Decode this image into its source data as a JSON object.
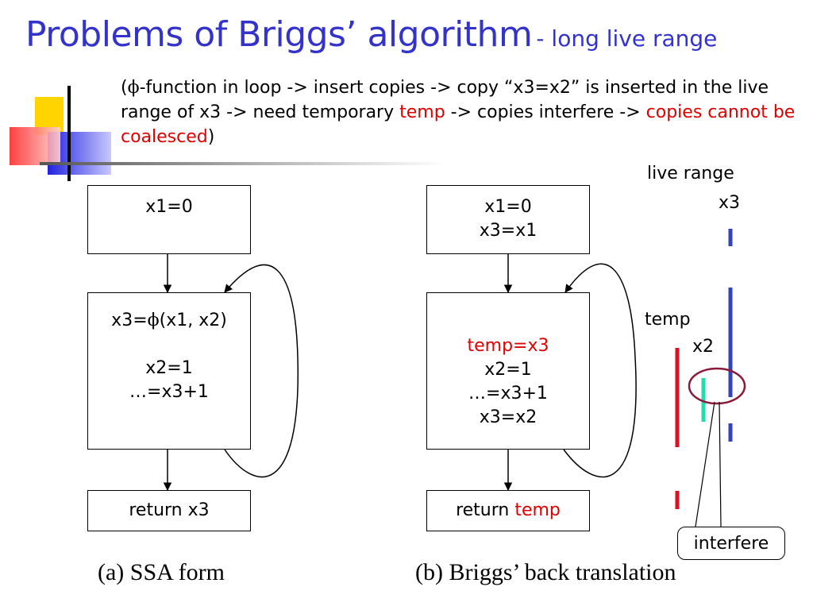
{
  "title": {
    "main": "Problems of Briggs’ algorithm",
    "sub": "- long live range"
  },
  "description": {
    "phi": "ϕ",
    "part1": "-function in loop -> insert copies -> copy “x3=x2” is inserted in the live range of x3 -> need temporary ",
    "temp": "temp",
    "part2": " -> copies interfere -> ",
    "red_end": "copies cannot be coalesced",
    "close": ")"
  },
  "diagram_a": {
    "box1": "x1=0",
    "box2_line1_pre": "x3=",
    "box2_phi": "ϕ",
    "box2_line1_post": "(x1, x2)",
    "box2_line2": "x2=1",
    "box2_line3": "…=x3+1",
    "box3": "return x3",
    "caption": "(a) SSA form"
  },
  "diagram_b": {
    "box1_line1": "x1=0",
    "box1_line2": "x3=x1",
    "box2_line1": "temp=x3",
    "box2_line2": "x2=1",
    "box2_line3": "…=x3+1",
    "box2_line4": "x3=x2",
    "box3_pre": "return ",
    "box3_temp": "temp",
    "caption": "(b) Briggs’ back translation"
  },
  "live_range": {
    "header_line1": "live range",
    "header_line2": "x3",
    "temp_label": "temp",
    "x2_label": "x2",
    "interfere_label": "interfere"
  },
  "colors": {
    "title": "#3333cc",
    "red": "#e00000",
    "x3_bar": "#3344bb",
    "temp_bar": "#dd1122",
    "x2_bar": "#22ddaa",
    "ellipse": "#8b1a3a"
  }
}
